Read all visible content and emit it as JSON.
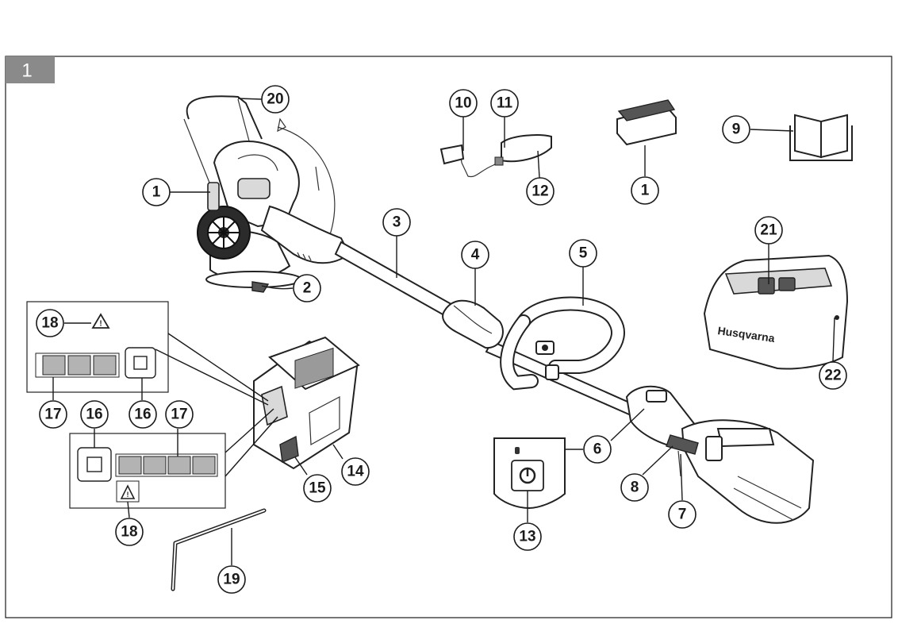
{
  "figure": {
    "number": "1"
  },
  "colors": {
    "frame": "#1a1a1a",
    "tab_fill": "#8a8a8a",
    "tab_text": "#ffffff",
    "led_fill": "#b3b3b3"
  },
  "brand_label": "Husqvarna",
  "icons": [
    "warning-triangle-icon",
    "power-button-icon",
    "manual-book-icon"
  ],
  "callouts": [
    {
      "id": "c1a",
      "label": "1"
    },
    {
      "id": "c1b",
      "label": "1"
    },
    {
      "id": "c2",
      "label": "2"
    },
    {
      "id": "c3",
      "label": "3"
    },
    {
      "id": "c4",
      "label": "4"
    },
    {
      "id": "c5",
      "label": "5"
    },
    {
      "id": "c6",
      "label": "6"
    },
    {
      "id": "c7",
      "label": "7"
    },
    {
      "id": "c8",
      "label": "8"
    },
    {
      "id": "c9",
      "label": "9"
    },
    {
      "id": "c10",
      "label": "10"
    },
    {
      "id": "c11",
      "label": "11"
    },
    {
      "id": "c12",
      "label": "12"
    },
    {
      "id": "c13",
      "label": "13"
    },
    {
      "id": "c14",
      "label": "14"
    },
    {
      "id": "c15",
      "label": "15"
    },
    {
      "id": "c16a",
      "label": "16"
    },
    {
      "id": "c16b",
      "label": "16"
    },
    {
      "id": "c17a",
      "label": "17"
    },
    {
      "id": "c17b",
      "label": "17"
    },
    {
      "id": "c18a",
      "label": "18"
    },
    {
      "id": "c18b",
      "label": "18"
    },
    {
      "id": "c19",
      "label": "19"
    },
    {
      "id": "c20",
      "label": "20"
    },
    {
      "id": "c21",
      "label": "21"
    },
    {
      "id": "c22",
      "label": "22"
    }
  ]
}
